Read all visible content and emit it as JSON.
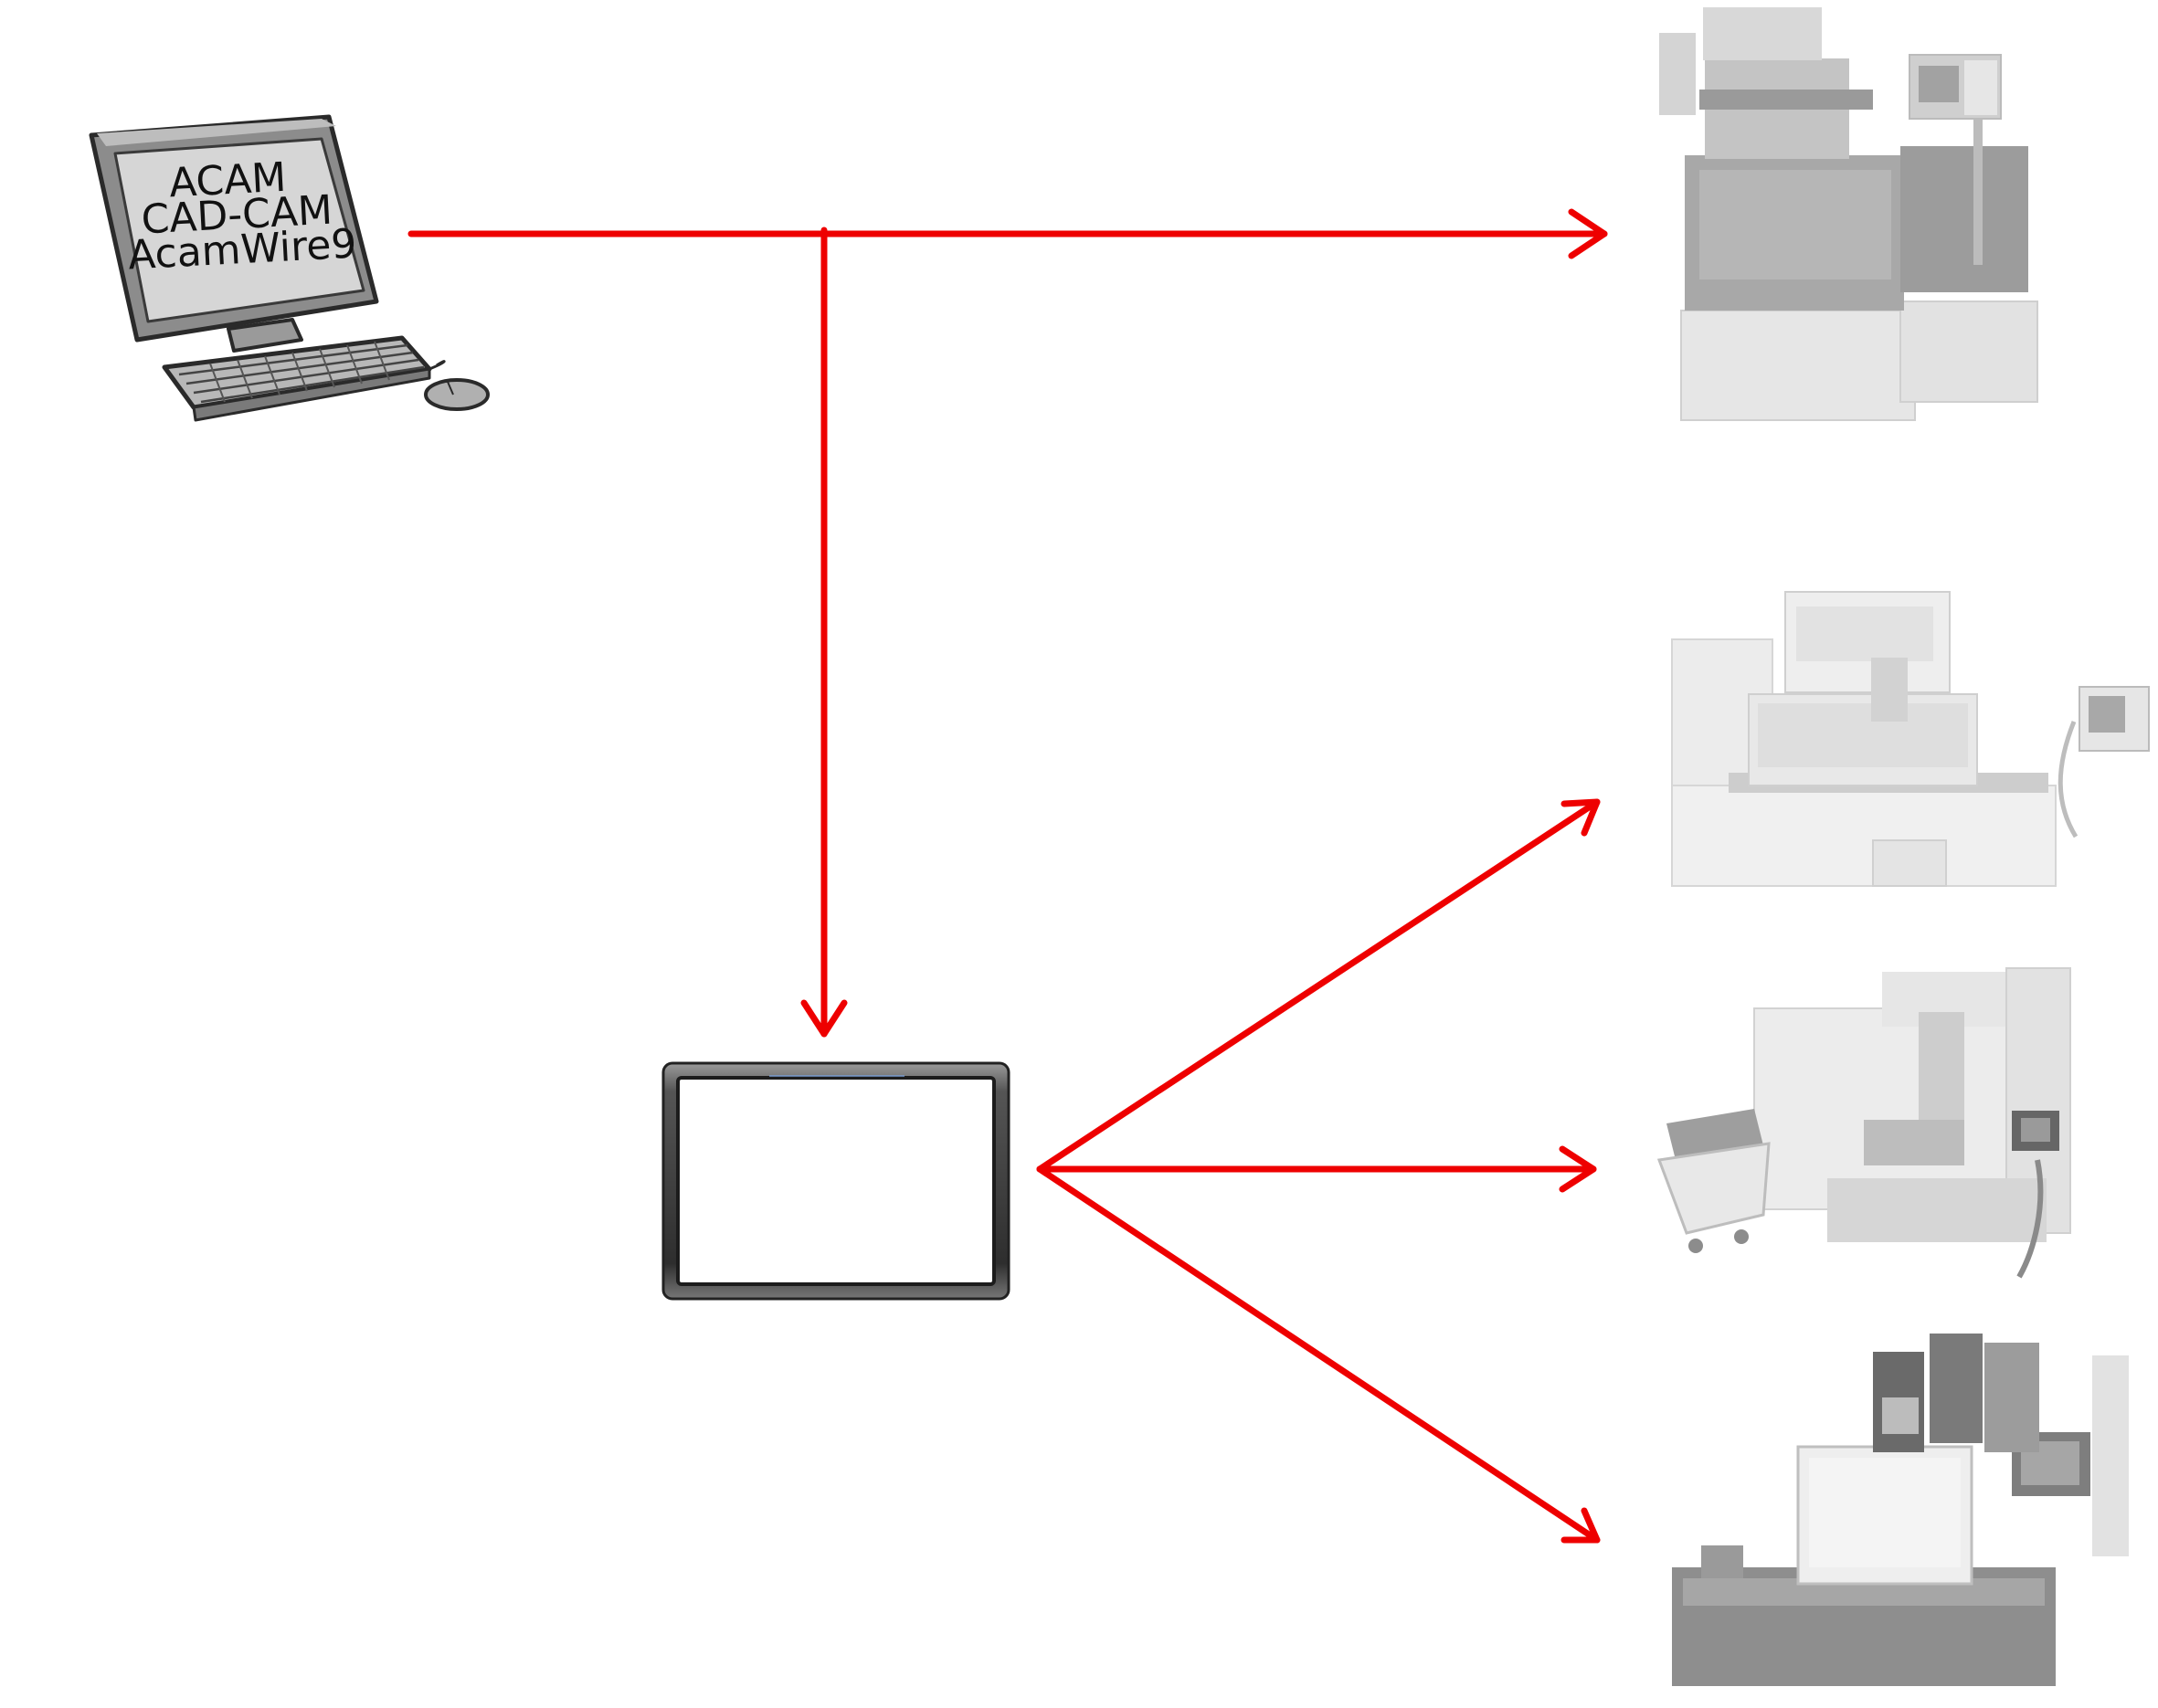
{
  "computer": {
    "screen_lines": [
      "ACAM",
      "CAD-CAM",
      "AcamWire9"
    ]
  },
  "colors": {
    "connector": "#ee0000",
    "device_bezel": "#3a3a3a",
    "machine_gray": "#d8d8d8",
    "machine_dark": "#a6a6a6"
  },
  "icons": {
    "computer": "desktop-computer-icon",
    "tablet": "tablet-display-icon",
    "machines": [
      "wire-edm-machine-icon",
      "wire-edm-machine-icon",
      "machining-center-icon",
      "edm-machine-icon"
    ]
  }
}
